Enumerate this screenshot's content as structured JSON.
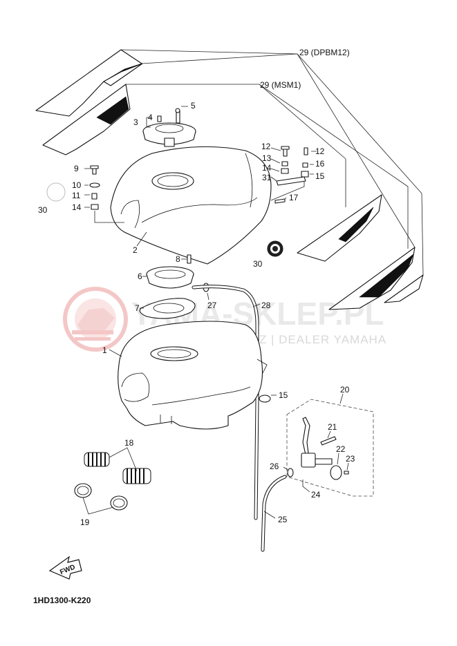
{
  "diagram_code": "1HD1300-K220",
  "fwd_label": "FWD",
  "watermark": {
    "title": "YAMA-SKLEP.PL",
    "subtitle": "WOJCIECHOWICZ | DEALER YAMAHA"
  },
  "callouts": {
    "c29a": "29 (DPBM12)",
    "c29b": "29 (MSM1)",
    "c1": "1",
    "c2": "2",
    "c3": "3",
    "c4": "4",
    "c5": "5",
    "c6": "6",
    "c7": "7",
    "c8": "8",
    "c9": "9",
    "c10": "10",
    "c11": "11",
    "c12a": "12",
    "c12b": "12",
    "c13": "13",
    "c14a": "14",
    "c14b": "14",
    "c15a": "15",
    "c15b": "15",
    "c16": "16",
    "c17": "17",
    "c18": "18",
    "c19": "19",
    "c20": "20",
    "c21": "21",
    "c22": "22",
    "c23": "23",
    "c24": "24",
    "c25": "25",
    "c26": "26",
    "c27": "27",
    "c28": "28",
    "c30a": "30",
    "c30b": "30",
    "c31": "31"
  }
}
